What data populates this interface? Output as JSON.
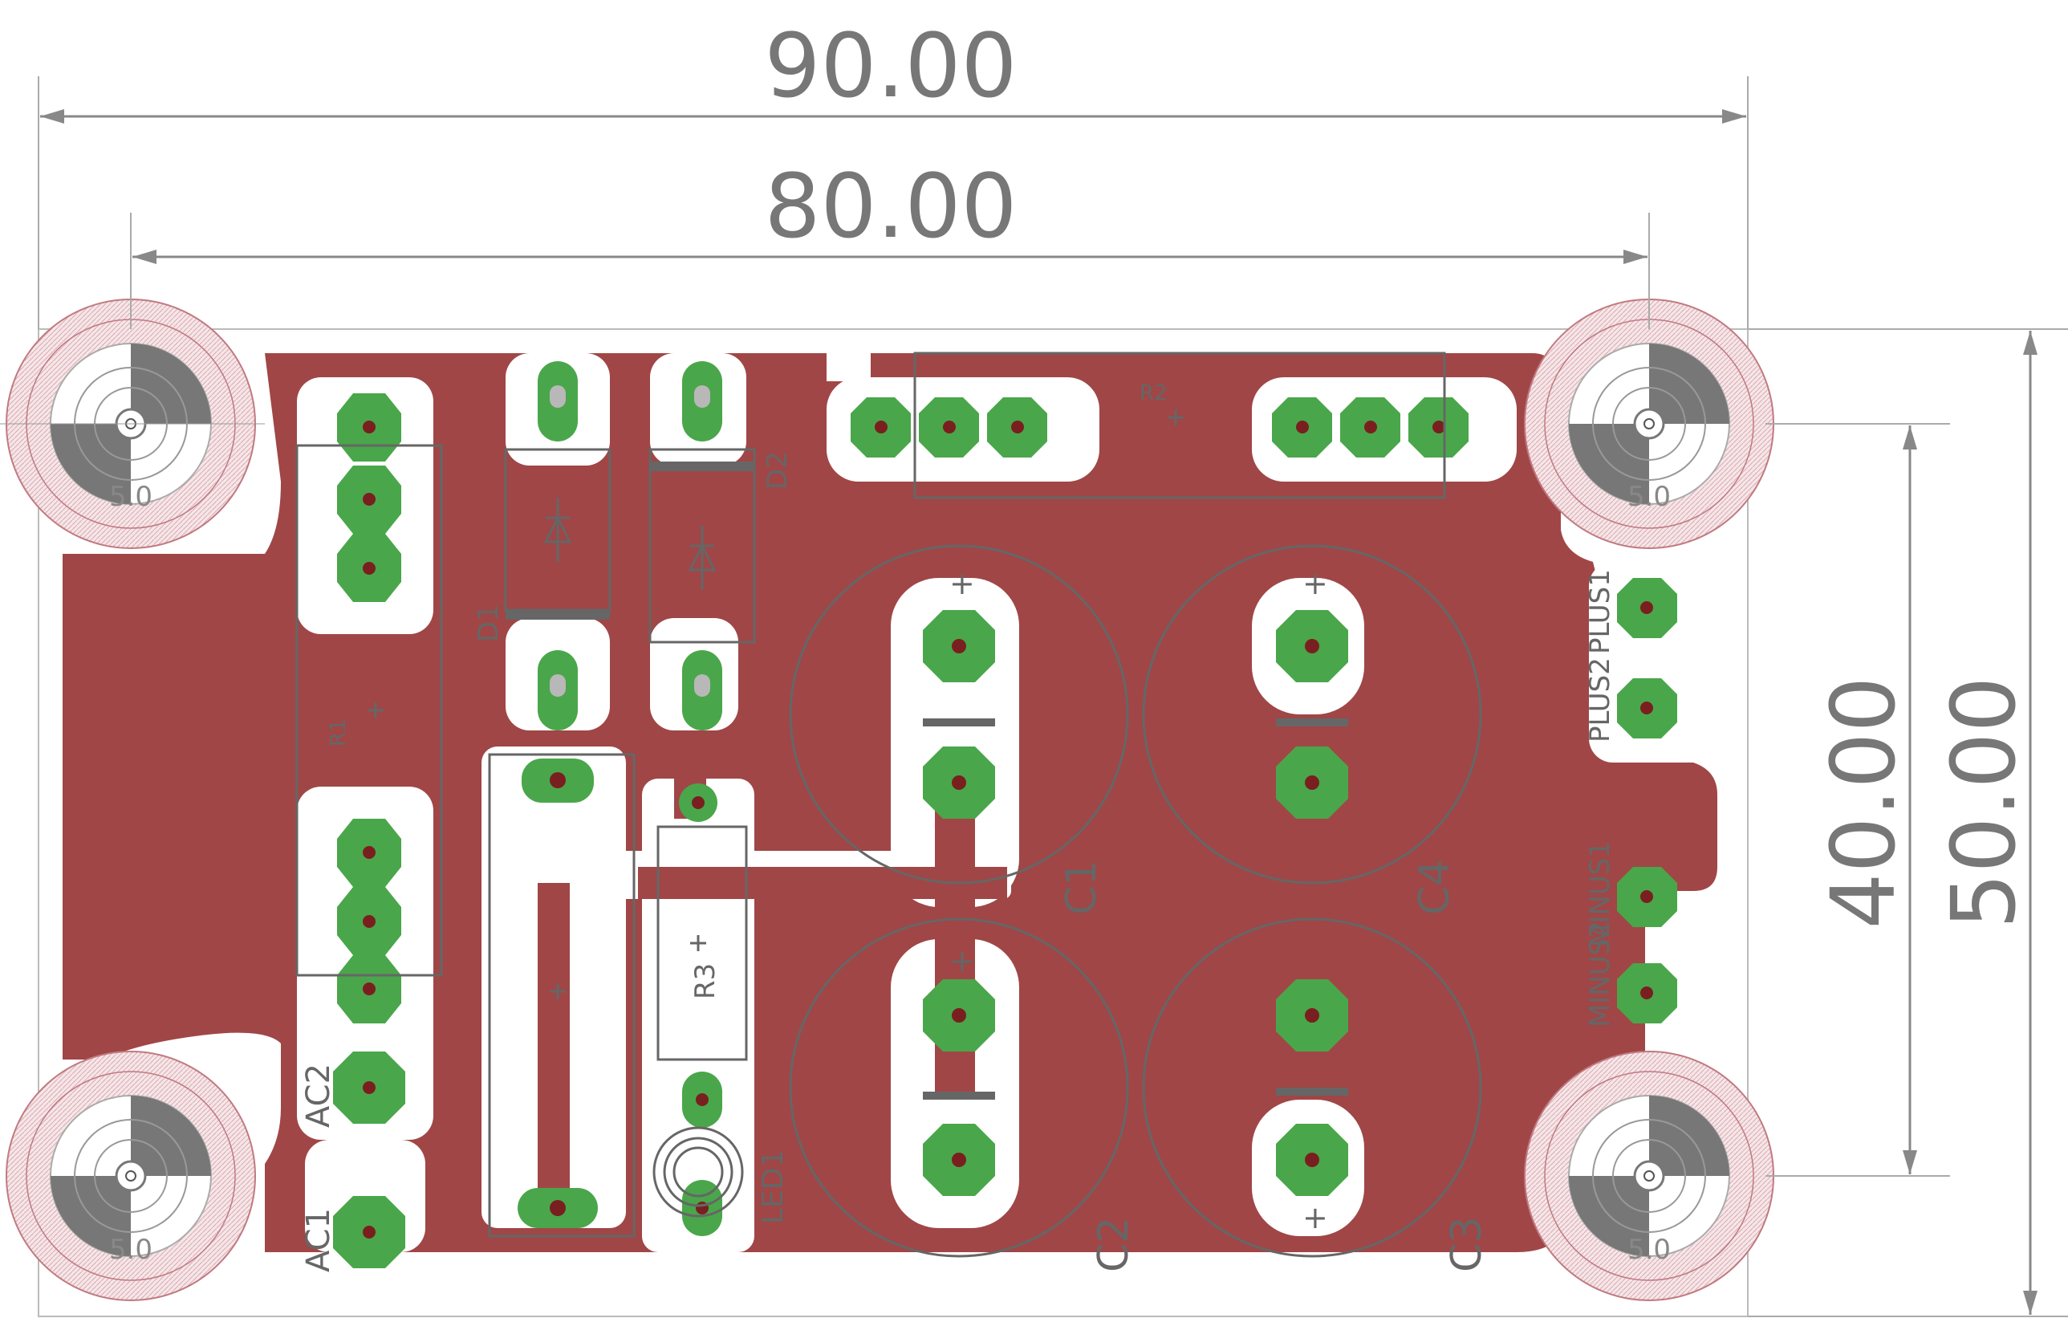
{
  "dimensions": {
    "overall_width": "90.00",
    "hole_spacing_width": "80.00",
    "hole_spacing_height": "40.00",
    "overall_height": "50.00"
  },
  "mounting_holes": {
    "top_left": "5.0",
    "top_right": "5.0",
    "bottom_left": "5.0",
    "bottom_right": "5.0"
  },
  "components": {
    "r1": "R1",
    "r2": "R2",
    "r3": "R3",
    "d1": "D1",
    "d2": "D2",
    "c1": "C1",
    "c2": "C2",
    "c3": "C3",
    "c4": "C4",
    "led1": "LED1",
    "ac1": "AC1",
    "ac2": "AC2",
    "plus1": "PLUS1",
    "plus2": "PLUS2",
    "minus1": "MINUS1",
    "minus2": "MINUS2",
    "plus_sign": "+"
  },
  "colors": {
    "copper": "#a04646",
    "pad": "#4aa64a",
    "drill": "#7a1f1f",
    "silk": "#666666",
    "dimension": "#777777",
    "hole_ring": "#c07a80"
  }
}
